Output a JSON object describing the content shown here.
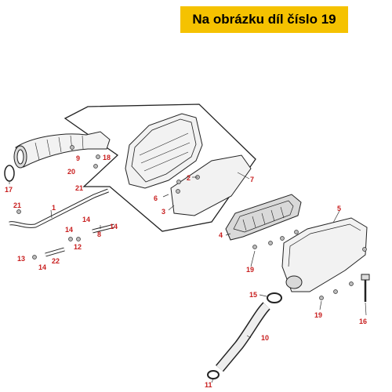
{
  "banner": {
    "text": "Na obrázku díl číslo 19"
  },
  "colors": {
    "banner_bg": "#f5c200",
    "highlight_label": "#c81e1e",
    "normal_label": "#111111"
  },
  "callouts": [
    {
      "id": "c1",
      "text": "1",
      "highlighted": true
    },
    {
      "id": "c2",
      "text": "2",
      "highlighted": true
    },
    {
      "id": "c3",
      "text": "3",
      "highlighted": true
    },
    {
      "id": "c4",
      "text": "4",
      "highlighted": true
    },
    {
      "id": "c5",
      "text": "5",
      "highlighted": true
    },
    {
      "id": "c6",
      "text": "6",
      "highlighted": true
    },
    {
      "id": "c7",
      "text": "7",
      "highlighted": true
    },
    {
      "id": "c8",
      "text": "8",
      "highlighted": true
    },
    {
      "id": "c9",
      "text": "9",
      "highlighted": true
    },
    {
      "id": "c10",
      "text": "10",
      "highlighted": true
    },
    {
      "id": "c11",
      "text": "11",
      "highlighted": true
    },
    {
      "id": "c12",
      "text": "12",
      "highlighted": true
    },
    {
      "id": "c13",
      "text": "13",
      "highlighted": true
    },
    {
      "id": "c14a",
      "text": "14",
      "highlighted": true
    },
    {
      "id": "c14b",
      "text": "14",
      "highlighted": true
    },
    {
      "id": "c14c",
      "text": "14",
      "highlighted": true
    },
    {
      "id": "c14d",
      "text": "14",
      "highlighted": true
    },
    {
      "id": "c15",
      "text": "15",
      "highlighted": true
    },
    {
      "id": "c16",
      "text": "16",
      "highlighted": true
    },
    {
      "id": "c17",
      "text": "17",
      "highlighted": true
    },
    {
      "id": "c18",
      "text": "18",
      "highlighted": true
    },
    {
      "id": "c19a",
      "text": "19",
      "highlighted": true
    },
    {
      "id": "c19b",
      "text": "19",
      "highlighted": true
    },
    {
      "id": "c20",
      "text": "20",
      "highlighted": true
    },
    {
      "id": "c21a",
      "text": "21",
      "highlighted": true
    },
    {
      "id": "c21b",
      "text": "21",
      "highlighted": true
    },
    {
      "id": "c22",
      "text": "22",
      "highlighted": true
    }
  ]
}
